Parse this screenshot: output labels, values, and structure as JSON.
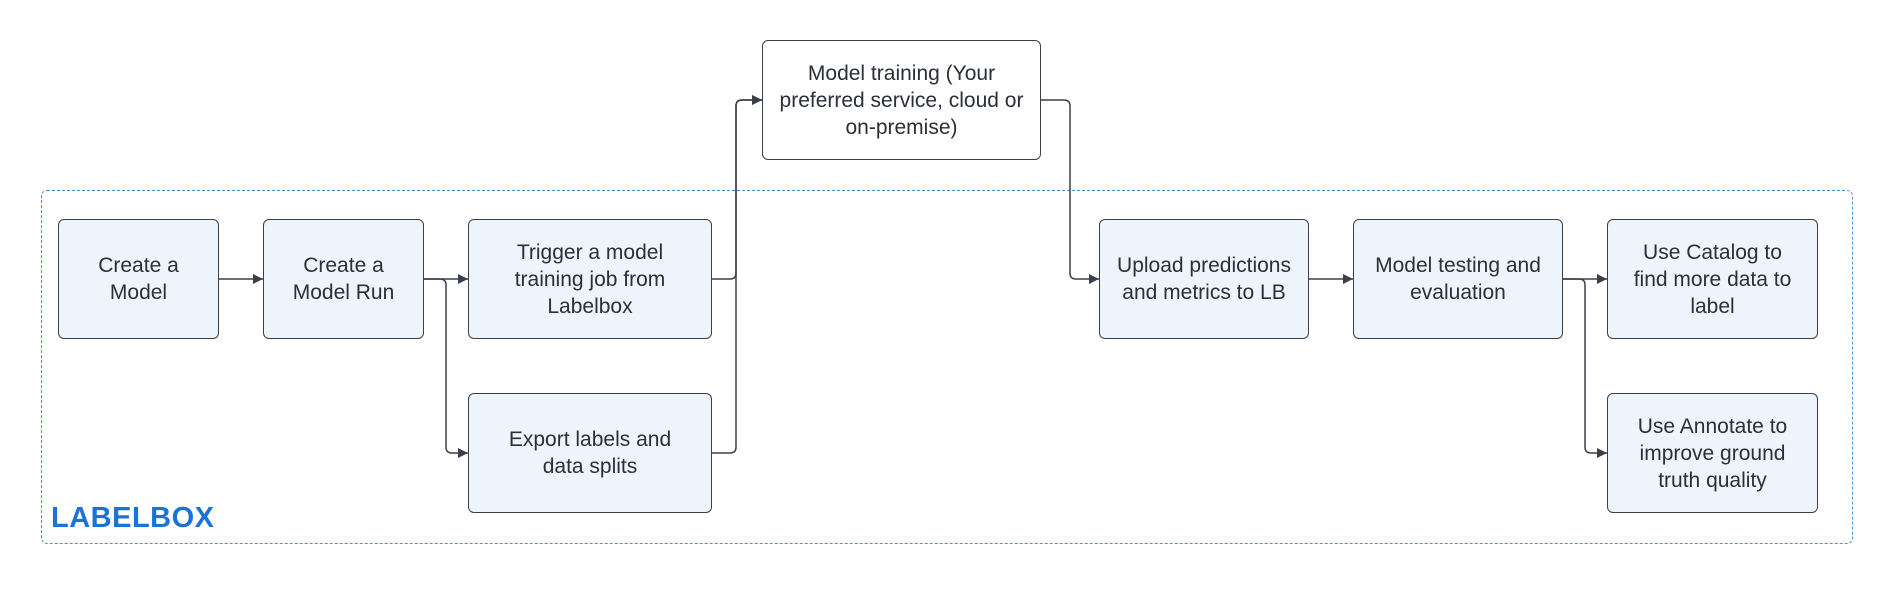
{
  "group": {
    "label": "LABELBOX"
  },
  "nodes": {
    "create_model": "Create a Model",
    "create_model_run": "Create a Model Run",
    "trigger_training": "Trigger a model training job from Labelbox",
    "export_labels": "Export labels and data splits",
    "model_training": "Model training (Your preferred service, cloud or on-premise)",
    "upload_predictions": "Upload predictions and metrics to LB",
    "model_testing": "Model testing and evaluation",
    "use_catalog": "Use Catalog to find more data to label",
    "use_annotate": "Use Annotate to improve ground truth quality"
  },
  "edges": [
    {
      "from": "create_model",
      "to": "create_model_run"
    },
    {
      "from": "create_model_run",
      "to": "trigger_training"
    },
    {
      "from": "create_model_run",
      "to": "export_labels"
    },
    {
      "from": "trigger_training",
      "to": "model_training"
    },
    {
      "from": "export_labels",
      "to": "model_training"
    },
    {
      "from": "model_training",
      "to": "upload_predictions"
    },
    {
      "from": "upload_predictions",
      "to": "model_testing"
    },
    {
      "from": "model_testing",
      "to": "use_catalog"
    },
    {
      "from": "model_testing",
      "to": "use_annotate"
    }
  ],
  "colors": {
    "group_border": "#4a90d9",
    "group_label": "#1a73d9",
    "node_fill": "#edf4fc",
    "node_border": "#3a3f4a",
    "connector": "#3a3f4a"
  }
}
